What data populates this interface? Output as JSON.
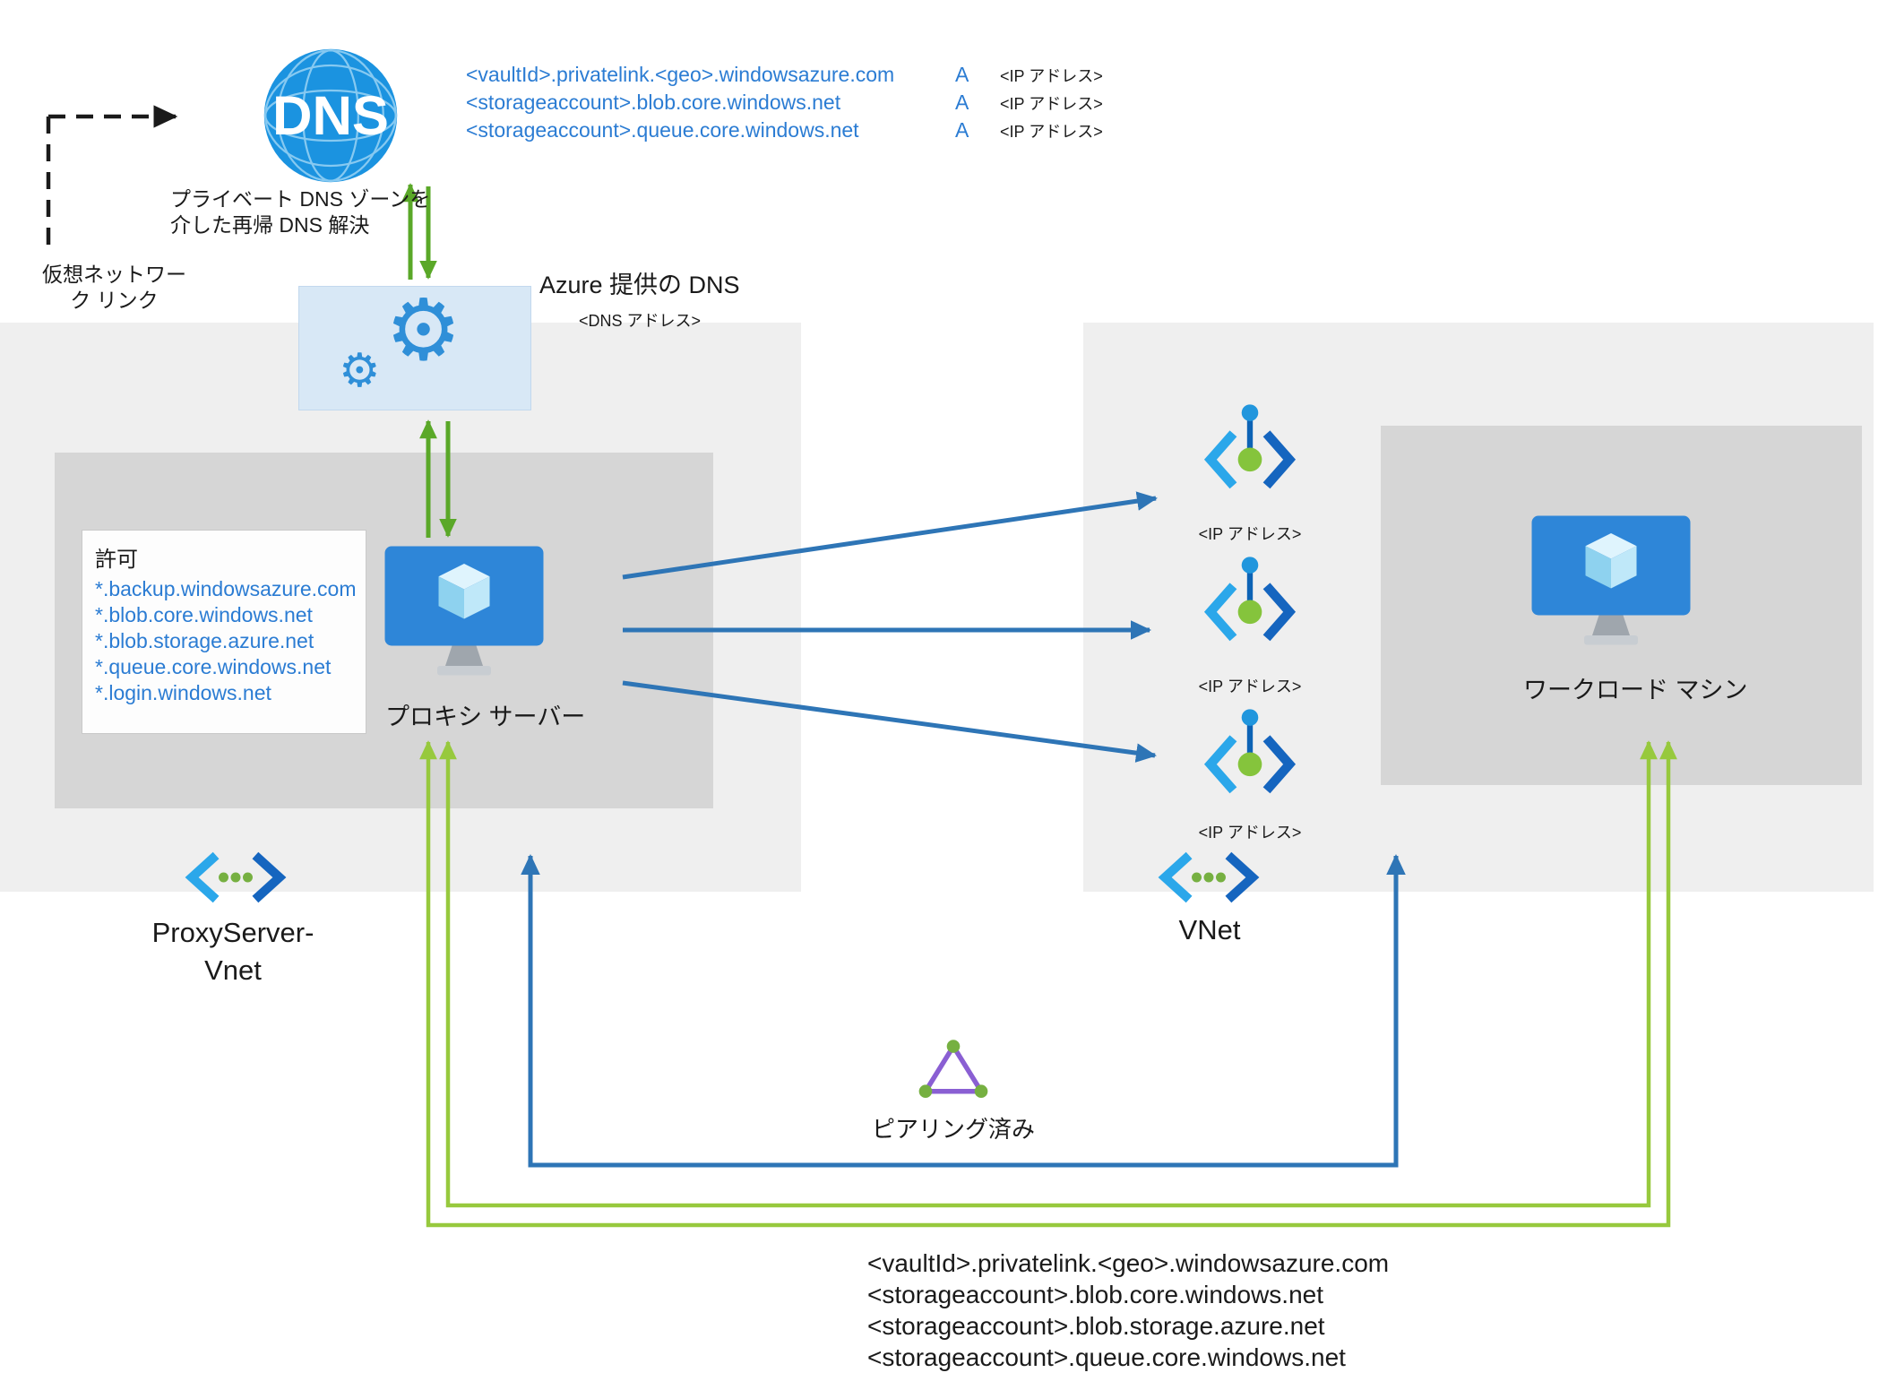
{
  "colors": {
    "blue_text": "#2b7cd3",
    "arrow_blue": "#2e75b6",
    "arrow_green_dark": "#5aa828",
    "arrow_green_light": "#97c93d",
    "region_bg": "#efefef",
    "inner_box_bg": "#d6d6d6"
  },
  "icons": {
    "gear": "⚙"
  },
  "vnet_link": {
    "label": "仮想ネットワー\nク リンク"
  },
  "dns_server": {
    "name": "DNS",
    "recursion_note": "プライベート DNS ゾーンを\n介した再帰 DNS 解決",
    "records": [
      {
        "host": "<vaultId>.privatelink.<geo>.windowsazure.com",
        "type": "A",
        "ip": "<IP アドレス>"
      },
      {
        "host": "<storageaccount>.blob.core.windows.net",
        "type": "A",
        "ip": "<IP アドレス>"
      },
      {
        "host": "<storageaccount>.queue.core.windows.net",
        "type": "A",
        "ip": "<IP アドレス>"
      }
    ]
  },
  "azure_dns": {
    "title": "Azure 提供の DNS",
    "address": "<DNS アドレス>"
  },
  "proxy_region": {
    "allow": {
      "title": "許可",
      "items": [
        "*.backup.windowsazure.com",
        "*.blob.core.windows.net",
        "*.blob.storage.azure.net",
        "*.queue.core.windows.net",
        "*.login.windows.net"
      ]
    },
    "server_label": "プロキシ サーバー",
    "vnet_label": "ProxyServer-\nVnet"
  },
  "vnet_region": {
    "endpoints": [
      {
        "ip": "<IP アドレス>"
      },
      {
        "ip": "<IP アドレス>"
      },
      {
        "ip": "<IP アドレス>"
      }
    ],
    "workload_label": "ワークロード マシン",
    "vnet_label": "VNet"
  },
  "peering": {
    "label": "ピアリング済み"
  },
  "footer_fqdns": [
    "<vaultId>.privatelink.<geo>.windowsazure.com",
    "<storageaccount>.blob.core.windows.net",
    "<storageaccount>.blob.storage.azure.net",
    "<storageaccount>.queue.core.windows.net"
  ]
}
